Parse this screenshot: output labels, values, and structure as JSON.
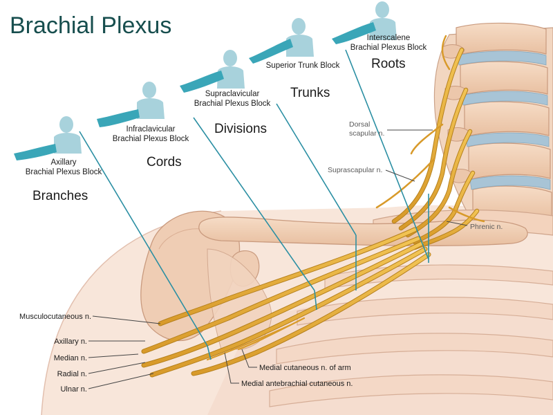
{
  "title": "Brachial Plexus",
  "levels": {
    "roots": "Roots",
    "trunks": "Trunks",
    "divisions": "Divisions",
    "cords": "Cords",
    "branches": "Branches"
  },
  "blocks": {
    "interscalene": [
      "Interscalene",
      "Brachial Plexus Block"
    ],
    "superior_trunk": [
      "Superior Trunk Block"
    ],
    "supraclavicular": [
      "Supraclavicular",
      "Brachial Plexus Block"
    ],
    "infraclavicular": [
      "Infraclavicular",
      "Brachial Plexus Block"
    ],
    "axillary": [
      "Axillary",
      "Brachial Plexus Block"
    ]
  },
  "anatomy_labels": {
    "dorsal_scapular": [
      "Dorsal",
      "scapular n."
    ],
    "suprascapular": "Suprascapular n.",
    "phrenic": "Phrenic n."
  },
  "branch_labels": {
    "musculocutaneous": "Musculocutaneous n.",
    "axillary": "Axillary n.",
    "median": "Median n.",
    "radial": "Radial n.",
    "ulnar": "Ulnar n.",
    "medial_cutaneous_arm": "Medial cutaneous n. of arm",
    "medial_antebrachial": "Medial antebrachial cutaneous n."
  },
  "colors": {
    "title": "#174e4e",
    "figure": "#3aa6b8",
    "figure_head": "#a8d2dc",
    "needle": "#2b8fa3",
    "nerve": "#e2ad3c",
    "nerve_dark": "#b5801c",
    "bone": "#f0cfb5",
    "bone_edge": "#c99a7e",
    "skin": "#f7e2d6",
    "disc": "#a8c4d6"
  }
}
